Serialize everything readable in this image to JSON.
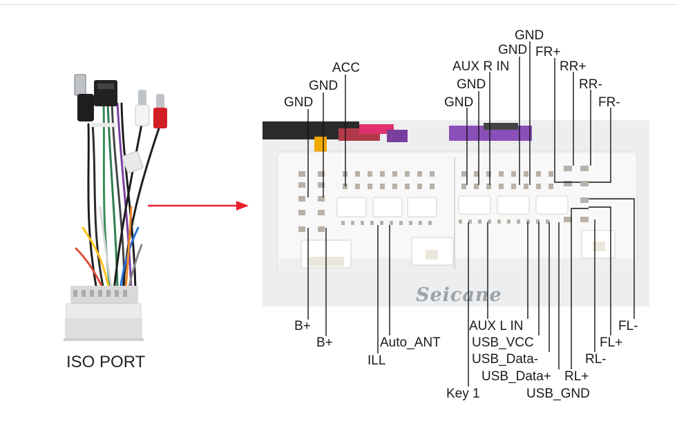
{
  "left_caption": "ISO PORT",
  "watermark": "Seicane",
  "colors": {
    "arrow": "#e8202a",
    "leader": "#111111",
    "photo_bg": "#eceef0",
    "connector": "#f7f7f7"
  },
  "top_labels": [
    "GND",
    "GND",
    "ACC",
    "GND",
    "GND",
    "AUX R IN",
    "GND",
    "GND",
    "FR+",
    "RR+",
    "RR-",
    "FR-"
  ],
  "bottom_labels": [
    "B+",
    "B+",
    "Auto_ANT",
    "ILL",
    "Key 1",
    "AUX L IN",
    "USB_VCC",
    "USB_Data-",
    "USB_Data+",
    "USB_GND",
    "RL+",
    "RL-",
    "FL+",
    "FL-"
  ]
}
